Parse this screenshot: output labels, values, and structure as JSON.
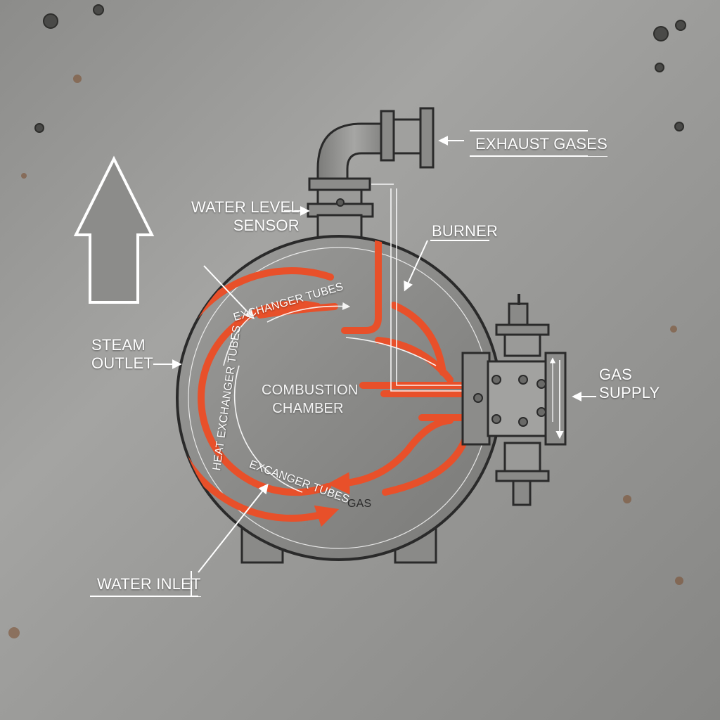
{
  "labels": {
    "exhaust_gases": "EXHAUST GASES",
    "water_level_sensor_line1": "WATER LEVEL",
    "water_level_sensor_line2": "SENSOR",
    "burner": "BURNER",
    "steam_outlet_line1": "STEAM",
    "steam_outlet_line2": "OUTLET",
    "gas_supply_line1": "GAS",
    "gas_supply_line2": "SUPPLY",
    "combustion_chamber_line1": "COMBUSTION",
    "combustion_chamber_line2": "CHAMBER",
    "water_inlet": "WATER INLET",
    "heat_exchanger_tubes_top": "EXCHANGER TUBES",
    "heat_exchanger_left": "HEAT EXCHANGER TUBES",
    "exchanger_tubes_bottom": "EXCANGER TUBES",
    "gas_small": "GAS"
  },
  "colors": {
    "steel_light": "#a4a4a2",
    "steel_dark": "#7e7e7c",
    "outline": "#2a2a2a",
    "tube_orange": "#e8502a",
    "label_white": "#ffffff"
  }
}
